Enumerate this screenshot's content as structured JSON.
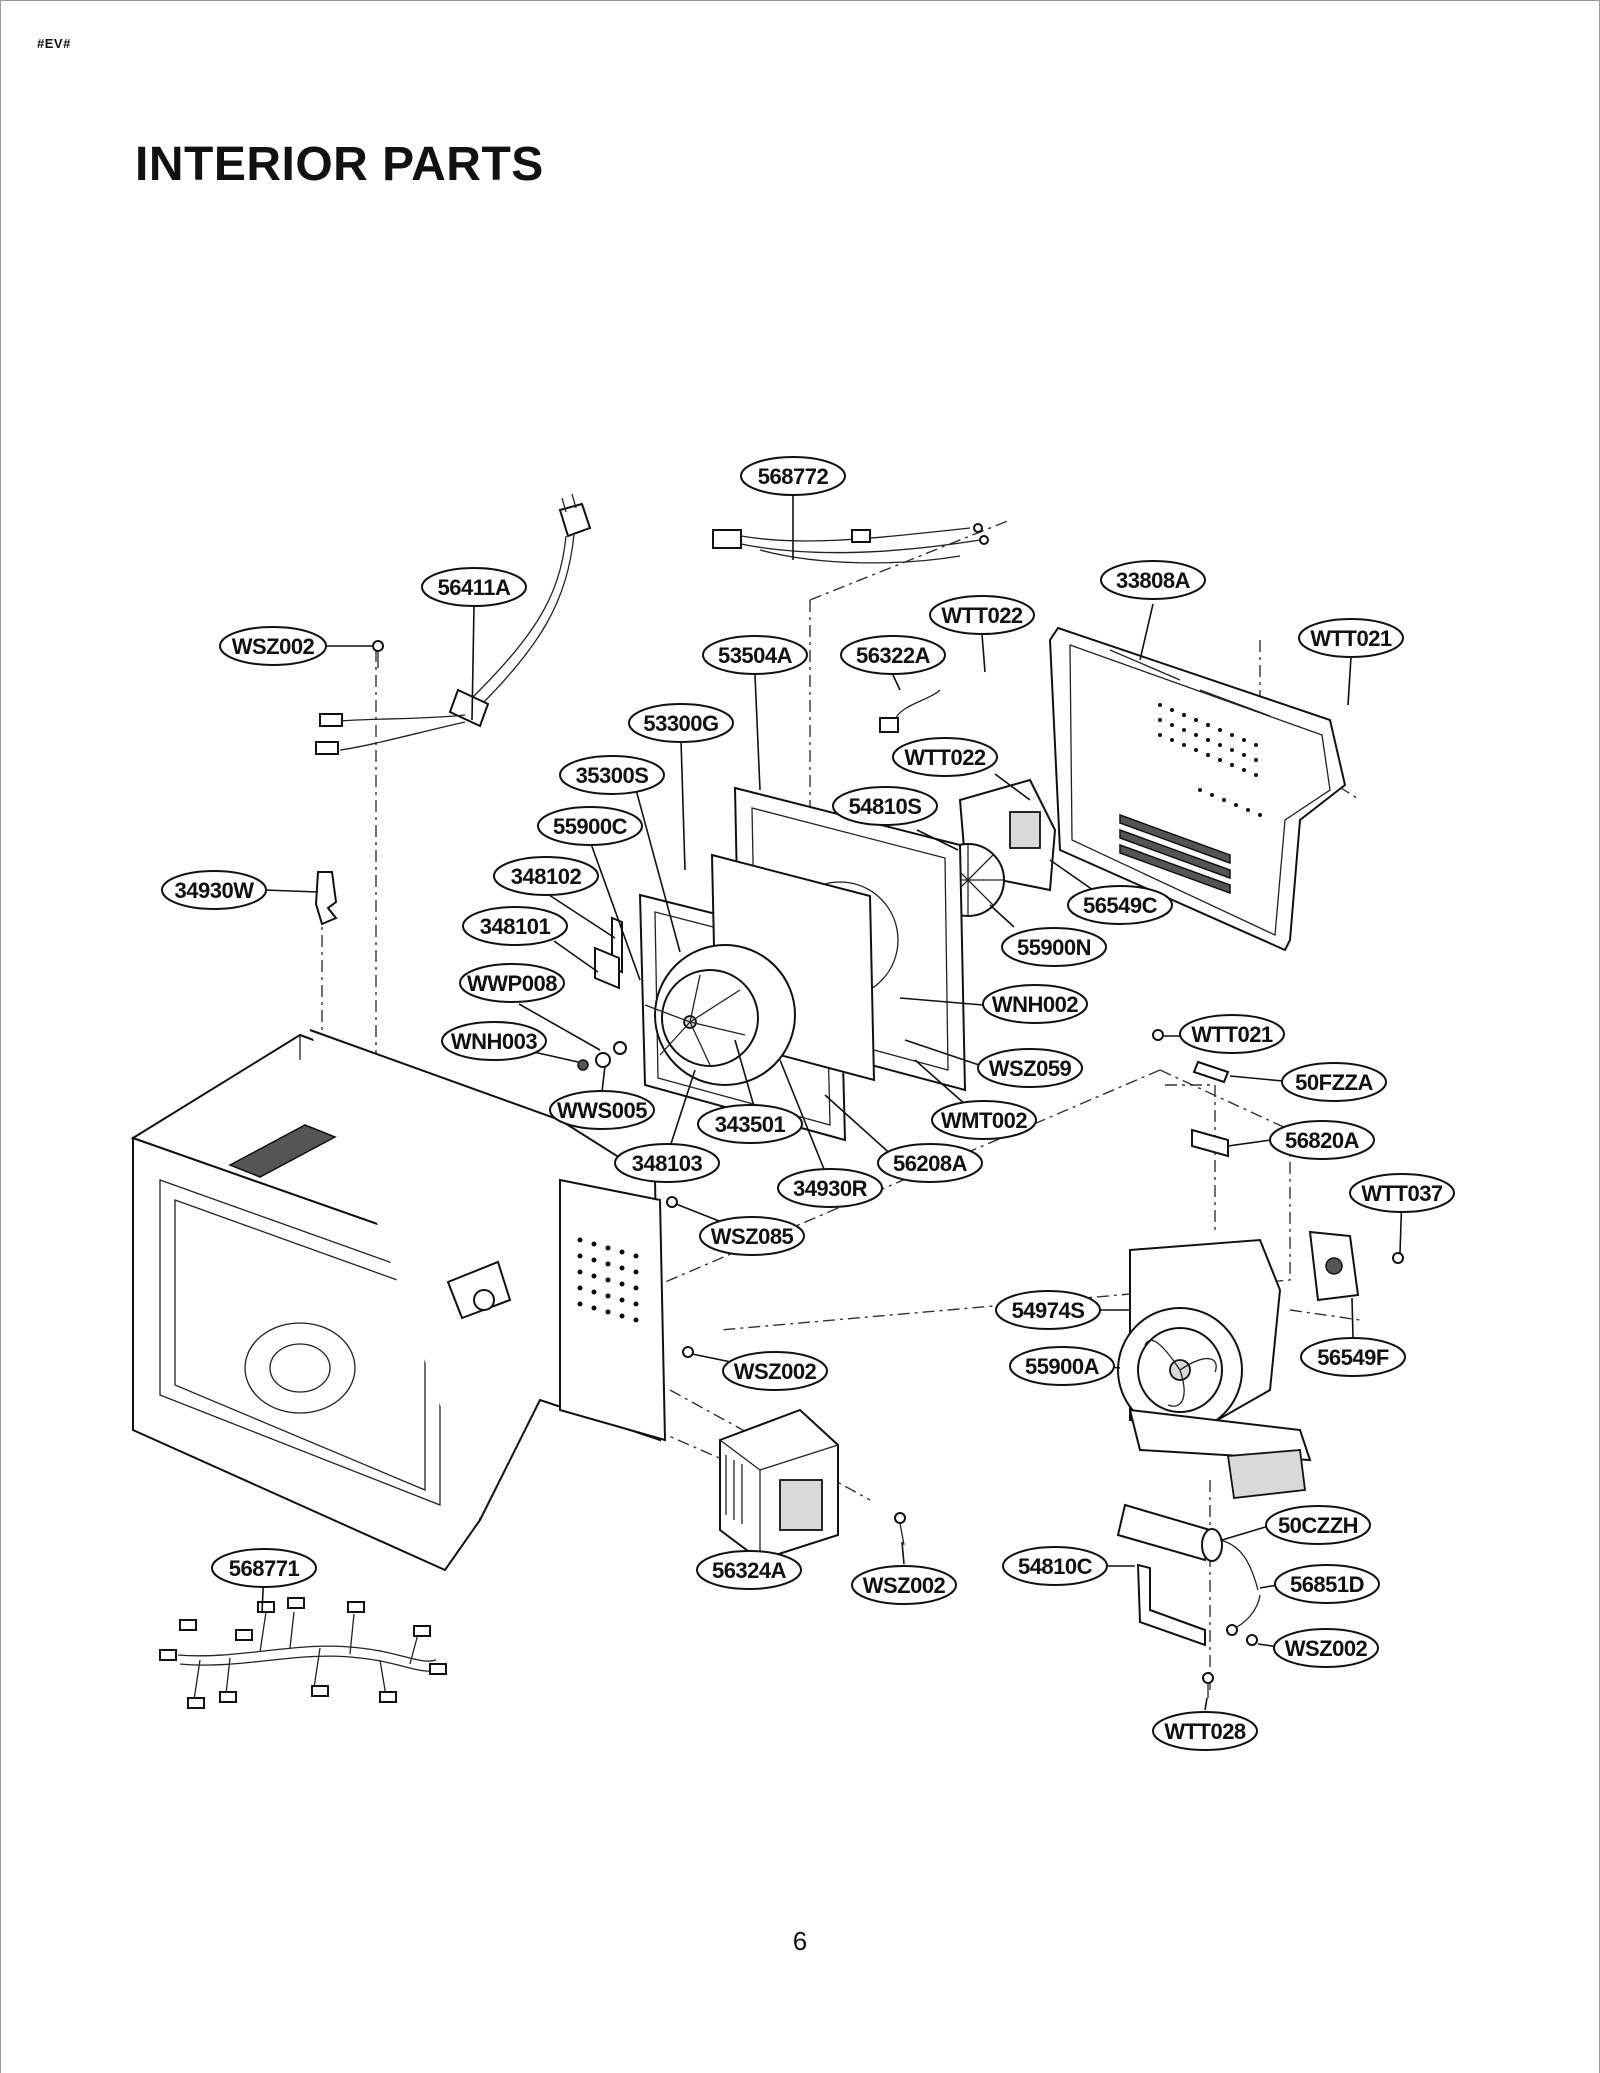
{
  "header": {
    "corner_mark": "#EV#",
    "title": "INTERIOR PARTS"
  },
  "footer": {
    "page_number": "6"
  },
  "callouts": [
    {
      "id": "568772"
    },
    {
      "id": "56411A"
    },
    {
      "id": "WSZ002"
    },
    {
      "id": "33808A"
    },
    {
      "id": "WTT022"
    },
    {
      "id": "WTT021"
    },
    {
      "id": "53504A"
    },
    {
      "id": "56322A"
    },
    {
      "id": "53300G"
    },
    {
      "id": "35300S"
    },
    {
      "id": "WTT022"
    },
    {
      "id": "54810S"
    },
    {
      "id": "55900C"
    },
    {
      "id": "348102"
    },
    {
      "id": "34930W"
    },
    {
      "id": "56549C"
    },
    {
      "id": "348101"
    },
    {
      "id": "55900N"
    },
    {
      "id": "WWP008"
    },
    {
      "id": "WNH002"
    },
    {
      "id": "WNH003"
    },
    {
      "id": "WSZ059"
    },
    {
      "id": "WTT021"
    },
    {
      "id": "WWS005"
    },
    {
      "id": "50FZZA"
    },
    {
      "id": "343501"
    },
    {
      "id": "WMT002"
    },
    {
      "id": "56820A"
    },
    {
      "id": "348103"
    },
    {
      "id": "56208A"
    },
    {
      "id": "34930R"
    },
    {
      "id": "WTT037"
    },
    {
      "id": "WSZ085"
    },
    {
      "id": "54974S"
    },
    {
      "id": "56549F"
    },
    {
      "id": "55900A"
    },
    {
      "id": "WSZ002"
    },
    {
      "id": "50CZZH"
    },
    {
      "id": "568771"
    },
    {
      "id": "54810C"
    },
    {
      "id": "56851D"
    },
    {
      "id": "56324A"
    },
    {
      "id": "WSZ002"
    },
    {
      "id": "WSZ002"
    },
    {
      "id": "WTT028"
    }
  ]
}
